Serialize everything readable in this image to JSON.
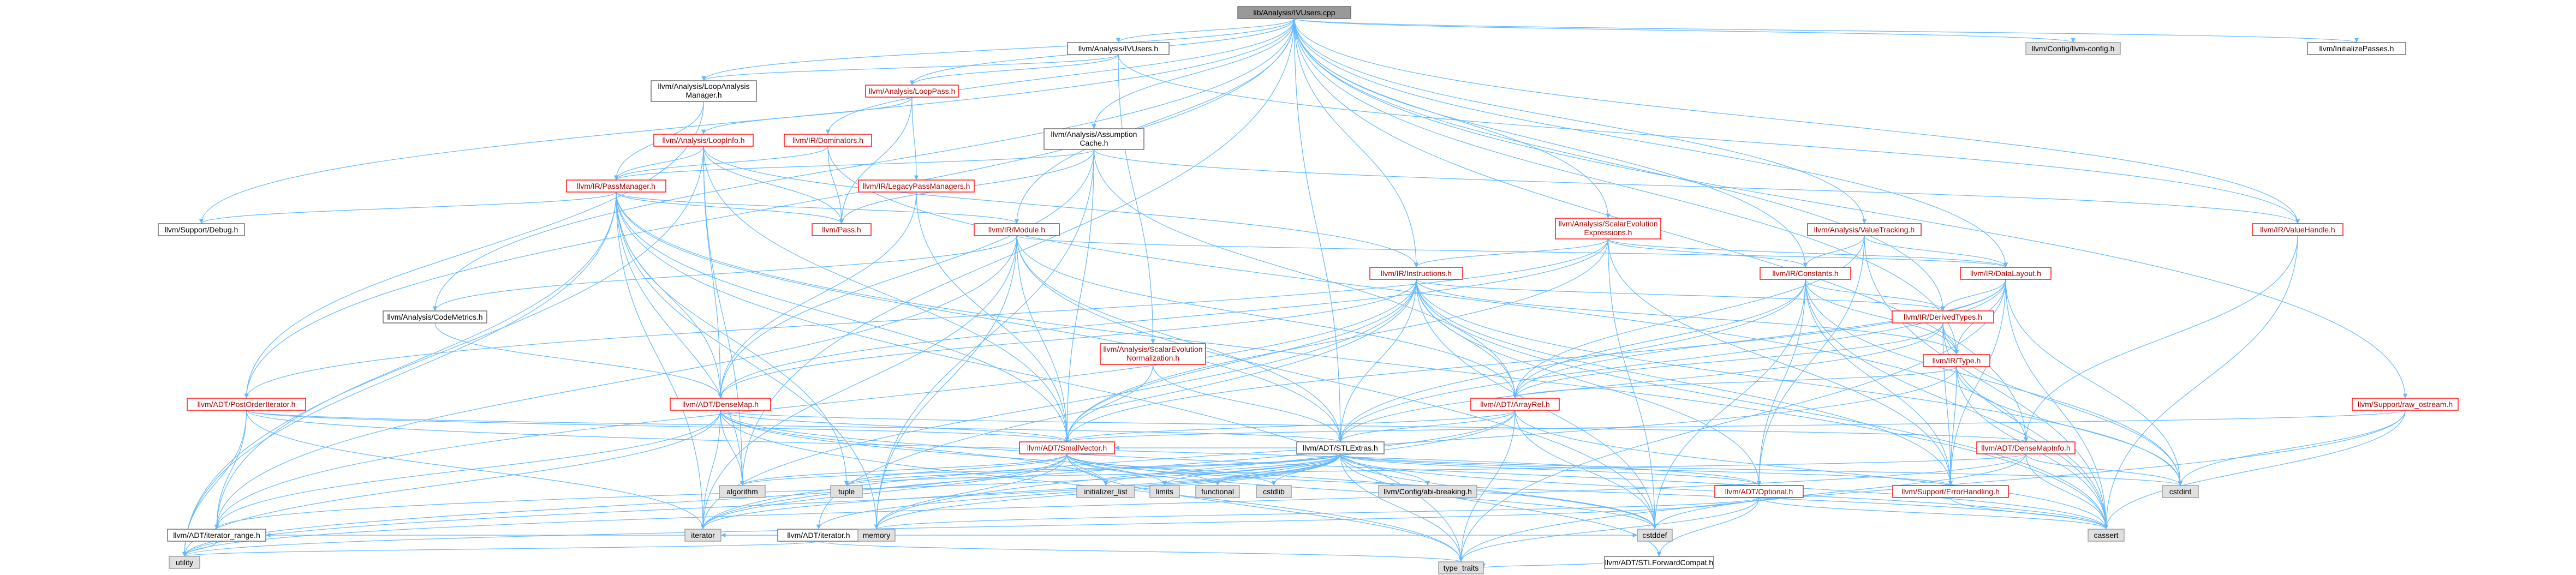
{
  "diagram": {
    "colors": {
      "root_fill": "#999999",
      "red_border": "#ff0000",
      "red_text": "#b00000",
      "gray_fill": "#e0e0e0",
      "edge": "#63b8ff"
    },
    "nodes": {
      "root": "lib/Analysis/IVUsers.cpp",
      "ivusers": "llvm/Analysis/IVUsers.h",
      "config": "llvm/Config/llvm-config.h",
      "initpasses": "llvm/InitializePasses.h",
      "lam_1": "llvm/Analysis/LoopAnalysis",
      "lam_2": "Manager.h",
      "looppass": "llvm/Analysis/LoopPass.h",
      "dominators": "llvm/IR/Dominators.h",
      "loopinfo": "llvm/Analysis/LoopInfo.h",
      "ac_1": "llvm/Analysis/Assumption",
      "ac_2": "Cache.h",
      "passmanager": "llvm/IR/PassManager.h",
      "legacypm": "llvm/IR/LegacyPassManagers.h",
      "debug": "llvm/Support/Debug.h",
      "pass": "llvm/Pass.h",
      "module": "llvm/IR/Module.h",
      "se_1": "llvm/Analysis/ScalarEvolution",
      "se_2": "Expressions.h",
      "valuetracking": "llvm/Analysis/ValueTracking.h",
      "valuehandle": "llvm/IR/ValueHandle.h",
      "instructions": "llvm/IR/Instructions.h",
      "constants": "llvm/IR/Constants.h",
      "datalayout": "llvm/IR/DataLayout.h",
      "codemetrics": "llvm/Analysis/CodeMetrics.h",
      "derivedtypes": "llvm/IR/DerivedTypes.h",
      "sen_1": "llvm/Analysis/ScalarEvolution",
      "sen_2": "Normalization.h",
      "type": "llvm/IR/Type.h",
      "postorder": "llvm/ADT/PostOrderIterator.h",
      "densemap": "llvm/ADT/DenseMap.h",
      "arrayref": "llvm/ADT/ArrayRef.h",
      "rawostream": "llvm/Support/raw_ostream.h",
      "smallvector": "llvm/ADT/SmallVector.h",
      "stlextras": "llvm/ADT/STLExtras.h",
      "densemapinfo": "llvm/ADT/DenseMapInfo.h",
      "algorithm": "algorithm",
      "tuple": "tuple",
      "initlist": "initializer_list",
      "limits": "limits",
      "functional": "functional",
      "cstdlib": "cstdlib",
      "cstdint": "cstdint",
      "adtiterator": "llvm/ADT/iterator.h",
      "abibreaking": "llvm/Config/abi-breaking.h",
      "optional": "llvm/ADT/Optional.h",
      "errorhandling": "llvm/Support/ErrorHandling.h",
      "iterrange": "llvm/ADT/iterator_range.h",
      "iterator": "iterator",
      "memory": "memory",
      "cstddef": "cstddef",
      "stlfwd": "llvm/ADT/STLForwardCompat.h",
      "cassert": "cassert",
      "utility": "utility",
      "typetraits": "type_traits"
    }
  }
}
